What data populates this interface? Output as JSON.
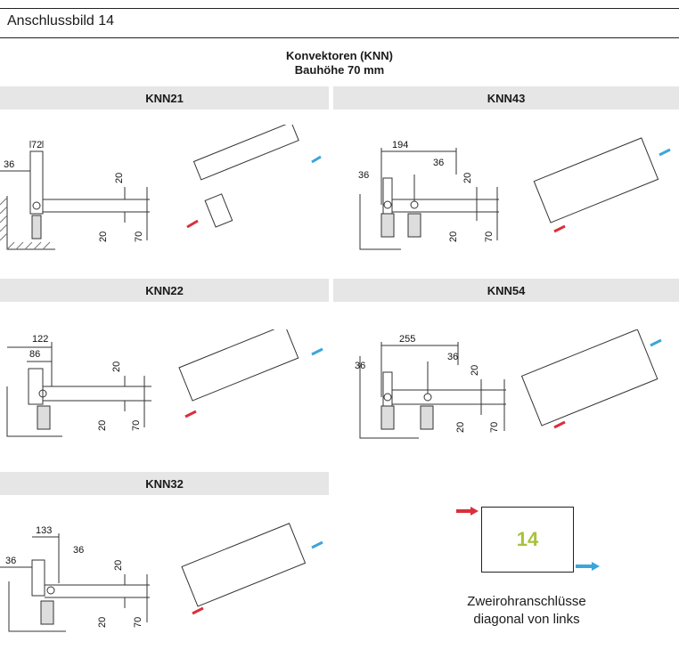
{
  "header": {
    "title": "Anschlussbild 14"
  },
  "subtitle": {
    "line1": "Konvektoren (KNN)",
    "line2": "Bauhöhe 70 mm"
  },
  "sections": [
    {
      "id": "KNN21",
      "label": "KNN21",
      "dims": {
        "top1": "72",
        "left": "36",
        "r20a": "20",
        "r20b": "20",
        "r70": "70"
      }
    },
    {
      "id": "KNN43",
      "label": "KNN43",
      "dims": {
        "top1": "194",
        "left": "36",
        "inner": "36",
        "r20a": "20",
        "r20b": "20",
        "r70": "70"
      }
    },
    {
      "id": "KNN22",
      "label": "KNN22",
      "dims": {
        "top1": "122",
        "top2": "86",
        "r20a": "20",
        "r20b": "20",
        "r70": "70"
      }
    },
    {
      "id": "KNN54",
      "label": "KNN54",
      "dims": {
        "top1": "255",
        "left": "36",
        "inner": "36",
        "r20a": "20",
        "r20b": "20",
        "r70": "70"
      }
    },
    {
      "id": "KNN32",
      "label": "KNN32",
      "dims": {
        "top1": "133",
        "left": "36",
        "inner": "36",
        "r20a": "20",
        "r20b": "20",
        "r70": "70"
      }
    }
  ],
  "legend": {
    "number": "14",
    "line1": "Zweirohranschlüsse",
    "line2": "diagonal von links"
  },
  "colors": {
    "number": "#a7c23a",
    "arrow_in": "#d9303a",
    "arrow_out": "#3aa6d9",
    "band": "#e6e6e6"
  }
}
